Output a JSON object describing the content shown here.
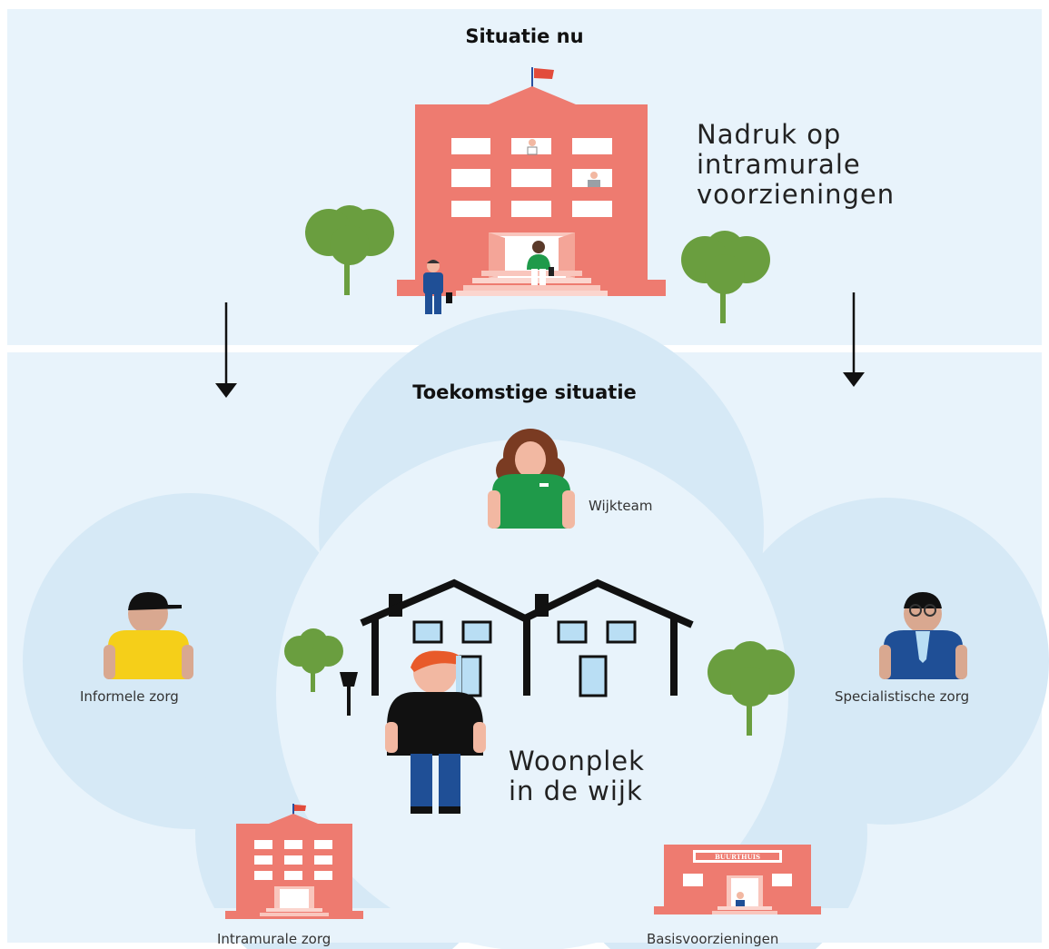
{
  "top": {
    "title": "Situatie nu",
    "label_line1": "Nadruk op",
    "label_line2": "intramurale",
    "label_line3": "voorzieningen"
  },
  "bottom": {
    "title": "Toekomstige situatie",
    "center_line1": "Woonplek",
    "center_line2": "in de wijk",
    "petals": {
      "wijkteam": "Wijkteam",
      "informele": "Informele zorg",
      "specialistische": "Specialistische zorg",
      "intramurale": "Intramurale zorg",
      "basis": "Basisvoorzieningen"
    },
    "buurthuis_sign": "BUURTHUIS"
  },
  "colors": {
    "panel_bg": "#e8f3fb",
    "petal": "#d6e9f6",
    "building": "#ee7b70",
    "tree": "#6a9e3f",
    "green_shirt": "#1f9a4a",
    "blue_suit": "#1f4f96",
    "yellow_shirt": "#f5cf19",
    "window": "#b9def4"
  }
}
